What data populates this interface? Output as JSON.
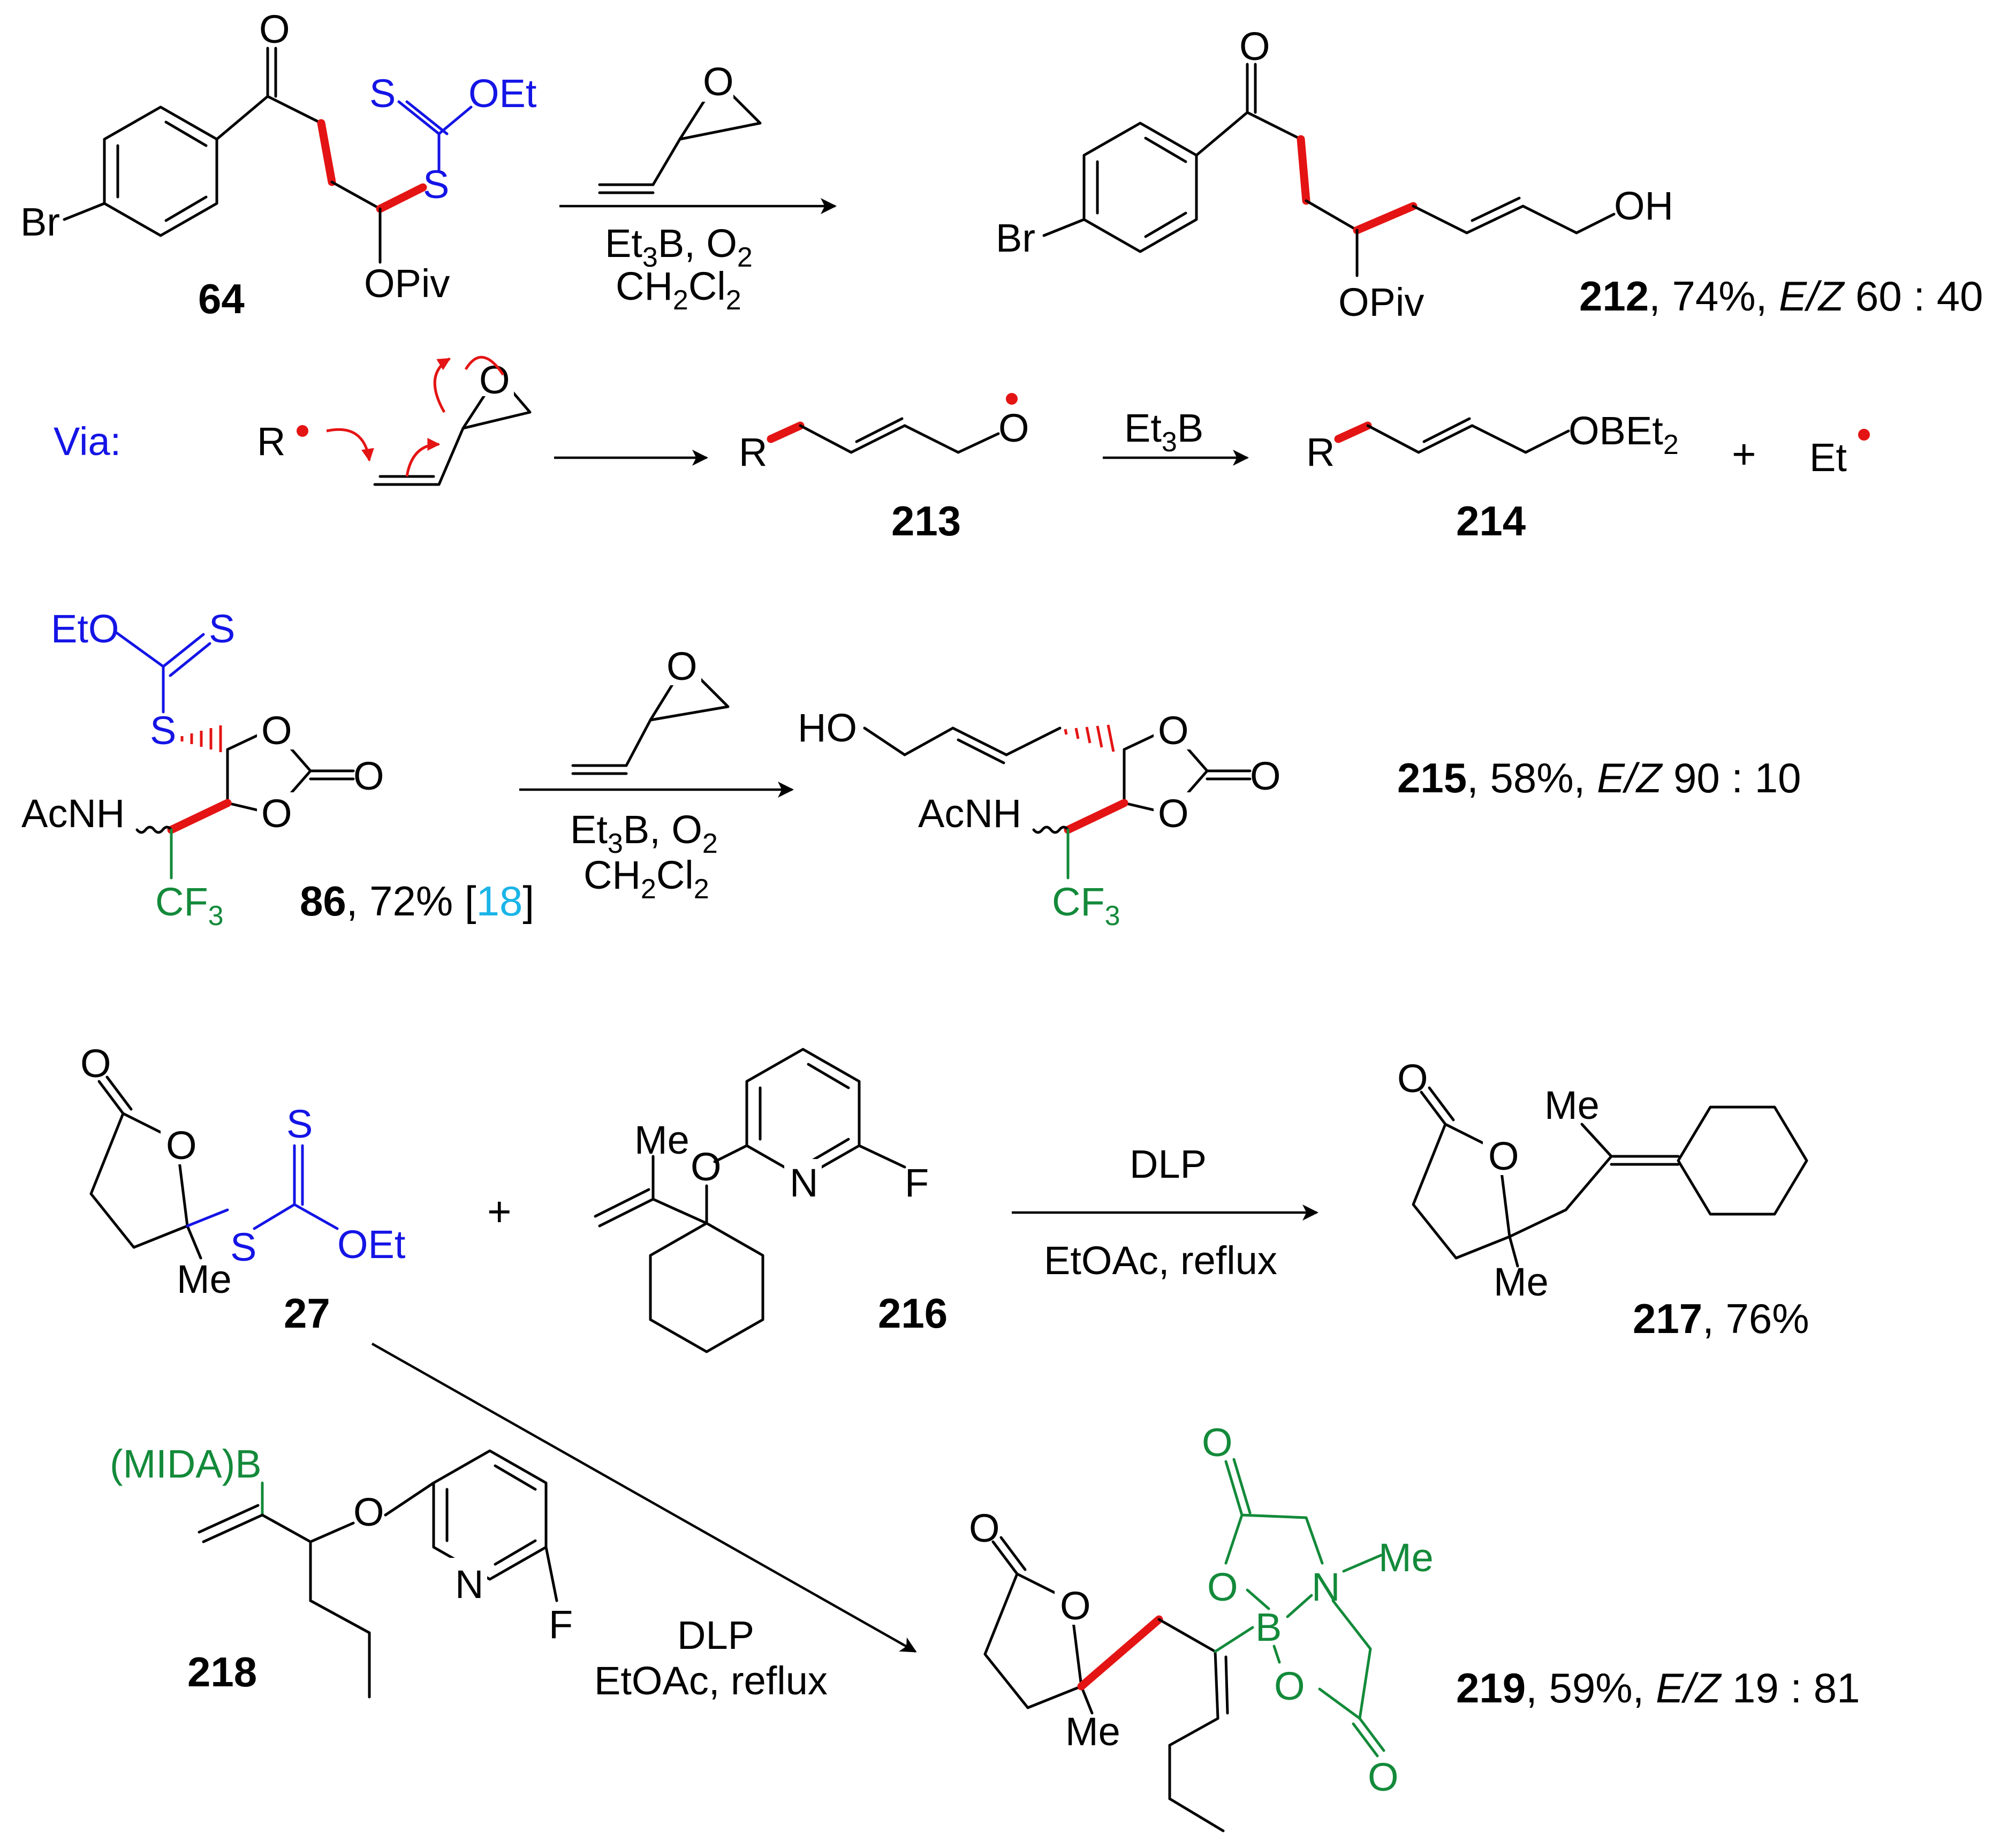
{
  "row1": {
    "sm_label": "64",
    "sm": {
      "ketone_o": "O",
      "br": "Br",
      "s1": "S",
      "oet": "OEt",
      "s2": "S",
      "opiv": "OPiv"
    },
    "reagent": {
      "epoxide_o": "O",
      "et3b_o2": "Et3B, O2",
      "solvent": "CH2Cl2"
    },
    "product": {
      "ketone_o": "O",
      "br": "Br",
      "oh": "OH",
      "opiv": "OPiv"
    },
    "product_label": {
      "num": "212",
      "yield": ", 74%, ",
      "ez": "E/Z",
      "ratio": "  60 : 40"
    }
  },
  "row2": {
    "via": "Via:",
    "r1": "R",
    "epoxide_o": "O",
    "int213": {
      "r": "R",
      "o": "O",
      "label": "213"
    },
    "reagent": "Et3B",
    "int214": {
      "r": "R",
      "obet2": "OBEt2",
      "label": "214"
    },
    "plus": "+",
    "et": "Et"
  },
  "row3": {
    "sm": {
      "eto": "EtO",
      "s_thione": "S",
      "s": "S",
      "o1": "O",
      "o_carbonyl": "O",
      "o2": "O",
      "acnh": "AcNH",
      "cf3": "CF3"
    },
    "sm_label": {
      "num": "86",
      "yield": ", 72% [",
      "ref": "18",
      "close": "]"
    },
    "reagent": {
      "epoxide_o": "O",
      "et3b_o2": "Et3B, O2",
      "solvent": "CH2Cl2"
    },
    "product": {
      "ho": "HO",
      "o1": "O",
      "o_carbonyl": "O",
      "o2": "O",
      "acnh": "AcNH",
      "cf3": "CF3"
    },
    "product_label": {
      "num": "215",
      "yield": ", 58%, ",
      "ez": "E/Z",
      "ratio": "  90 : 10"
    }
  },
  "row4": {
    "xanthate": {
      "o_carbonyl": "O",
      "o_ring": "O",
      "me": "Me",
      "s": "S",
      "s_thione": "S",
      "oet": "OEt",
      "label": "27"
    },
    "plus": "+",
    "sulfone": {
      "me": "Me",
      "o": "O",
      "n": "N",
      "f": "F",
      "label": "216"
    },
    "reagent": {
      "dlp": "DLP",
      "cond": "EtOAc, reflux"
    },
    "product": {
      "o_carbonyl": "O",
      "o_ring": "O",
      "me_top": "Me",
      "me_bottom": "Me"
    },
    "product_label": {
      "num": "217",
      "yield": ", 76%"
    }
  },
  "row5": {
    "vinyl_boronate": {
      "mida_b": "(MIDA)B",
      "o": "O",
      "n": "N",
      "f": "F",
      "label": "218"
    },
    "reagent": {
      "dlp": "DLP",
      "cond": "EtOAc, reflux"
    },
    "product": {
      "o_carbonyl": "O",
      "o_ring": "O",
      "me": "Me",
      "o_top": "O",
      "o_b1": "O",
      "n": "N",
      "n_me": "Me",
      "b": "B",
      "o_b2": "O",
      "o_bottom": "O"
    },
    "product_label": {
      "num": "219",
      "yield": ", 59%, ",
      "ez": "E/Z",
      "ratio": "  19 : 81"
    }
  },
  "colors": {
    "xanthate": "#1414e6",
    "new_bond": "#e41414",
    "fluoro_boron": "#138a3a",
    "reference": "#1ab4e8"
  }
}
